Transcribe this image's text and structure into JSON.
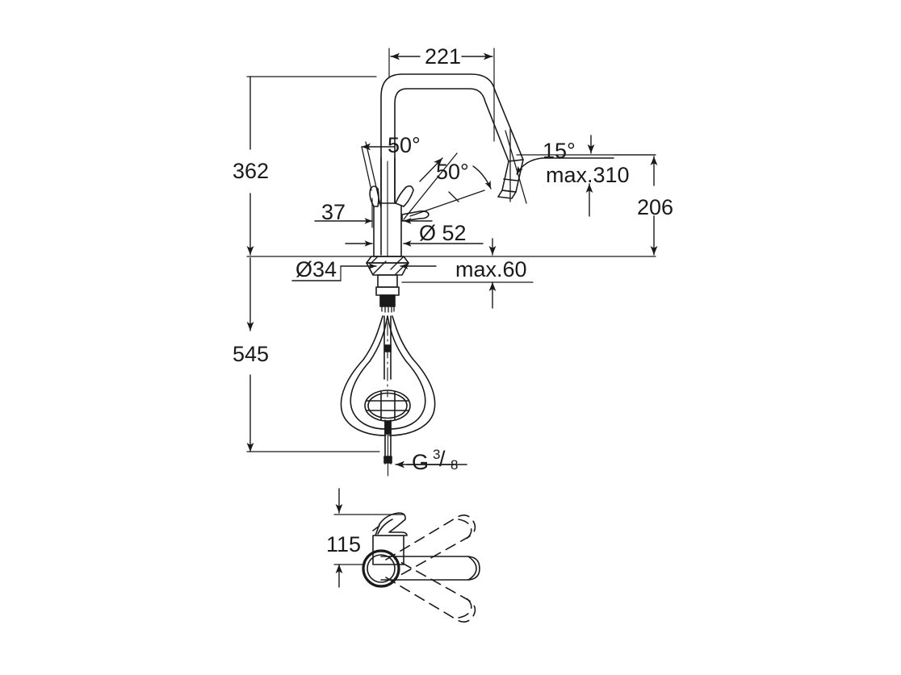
{
  "drawing": {
    "title": "Kitchen mixer tap technical dimension drawing",
    "background_color": "#ffffff",
    "line_color": "#1a1a1a",
    "views": [
      {
        "name": "front-elevation",
        "label": ""
      },
      {
        "name": "plan-view",
        "label": ""
      }
    ]
  },
  "dimensions": {
    "spout_reach": "221",
    "overall_height": "362",
    "hose_length": "545",
    "spout_height": "206",
    "max_pull_out": "max.310",
    "max_counter_thickness": "max.60",
    "handle_offset": "37",
    "body_diameter": "Ø 52",
    "shank_diameter": "Ø34",
    "connection_thread_letter": "G",
    "connection_thread_numerator": "3",
    "connection_thread_denominator": "8",
    "handle_height_plan": "115"
  },
  "angles": {
    "handle_open_left": "50°",
    "handle_open_right": "50°",
    "spray_head_tilt": "15°"
  },
  "colors": {
    "line": "#1a1a1a",
    "text": "#1a1a1a",
    "paper": "#ffffff"
  }
}
